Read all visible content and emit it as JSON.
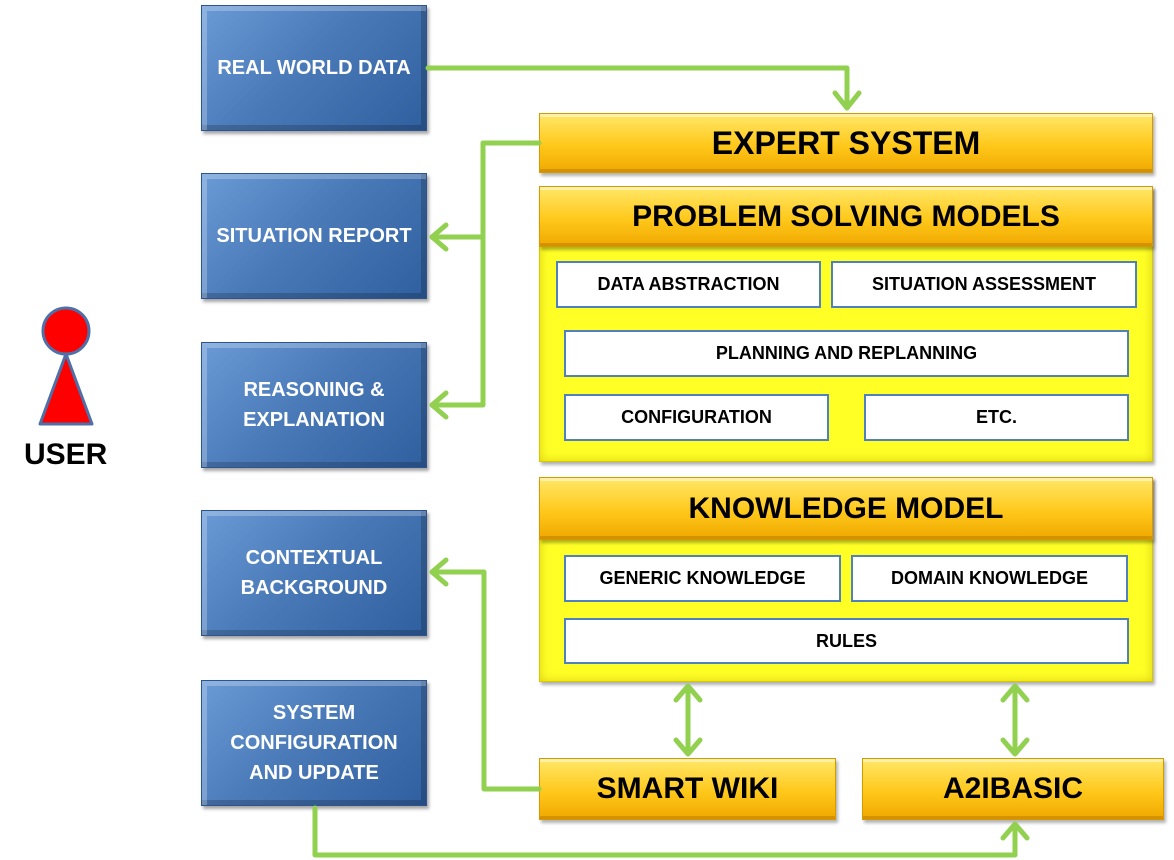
{
  "user": {
    "label": "USER",
    "head_color": "#ff0000",
    "outline_color": "#4f6fa8"
  },
  "left_boxes": {
    "real_world_data": "REAL WORLD DATA",
    "situation_report": "SITUATION REPORT",
    "reasoning_explanation": "REASONING & EXPLANATION",
    "contextual_background": "CONTEXTUAL BACKGROUND",
    "system_configuration": "SYSTEM CONFIGURATION AND UPDATE"
  },
  "expert_system": {
    "title": "EXPERT SYSTEM"
  },
  "problem_solving": {
    "title": "PROBLEM SOLVING MODELS",
    "items": {
      "data_abstraction": "DATA ABSTRACTION",
      "situation_assessment": "SITUATION ASSESSMENT",
      "planning_replanning": "PLANNING AND REPLANNING",
      "configuration": "CONFIGURATION",
      "etc": "ETC."
    }
  },
  "knowledge_model": {
    "title": "KNOWLEDGE MODEL",
    "items": {
      "generic_knowledge": "GENERIC KNOWLEDGE",
      "domain_knowledge": "DOMAIN KNOWLEDGE",
      "rules": "RULES"
    }
  },
  "bottom": {
    "smart_wiki": "SMART WIKI",
    "a2ibasic": "A2IBASIC"
  },
  "colors": {
    "connector": "#92d050",
    "blue_box": "#4f81bd",
    "gold_bar": "#ffc000",
    "yellow_panel": "#ffff00"
  }
}
